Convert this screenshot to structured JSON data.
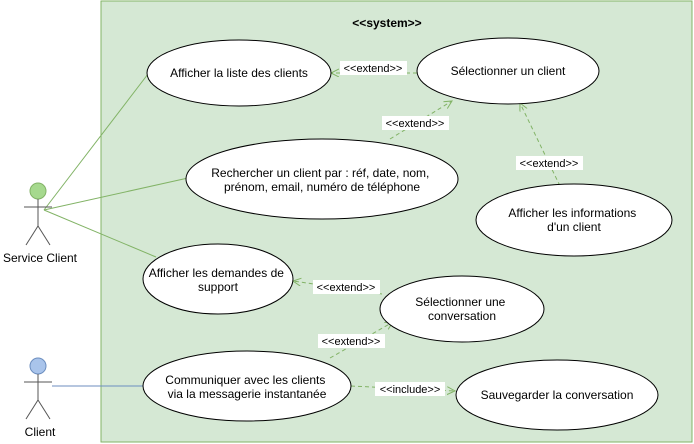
{
  "diagram": {
    "system_title": "<<system>>",
    "actors": [
      {
        "id": "service-client",
        "label": "Service Client",
        "color": "#A6D98E"
      },
      {
        "id": "client",
        "label": "Client",
        "color": "#A9C4EB"
      }
    ],
    "use_cases": {
      "afficher_liste": [
        "Afficher la liste des clients"
      ],
      "selectionner_client": [
        "Sélectionner un client"
      ],
      "rechercher_client": [
        "Rechercher un client par : réf, date, nom,",
        "prénom, email, numéro de téléphone"
      ],
      "afficher_infos": [
        "Afficher les informations",
        "d'un client"
      ],
      "afficher_demandes": [
        "Afficher les demandes de",
        "support"
      ],
      "selectionner_conversation": [
        "Sélectionner une",
        "conversation"
      ],
      "communiquer": [
        "Communiquer avec les clients",
        "via la messagerie instantanée"
      ],
      "sauvegarder": [
        "Sauvegarder la conversation"
      ]
    },
    "relations": {
      "extend_label": "<<extend>>",
      "include_label": "<<include>>"
    },
    "colors": {
      "system_fill": "#D5E8D4",
      "system_border": "#82B366",
      "dashed_line": "#82B366",
      "client_line": "#6C8EBF"
    }
  }
}
